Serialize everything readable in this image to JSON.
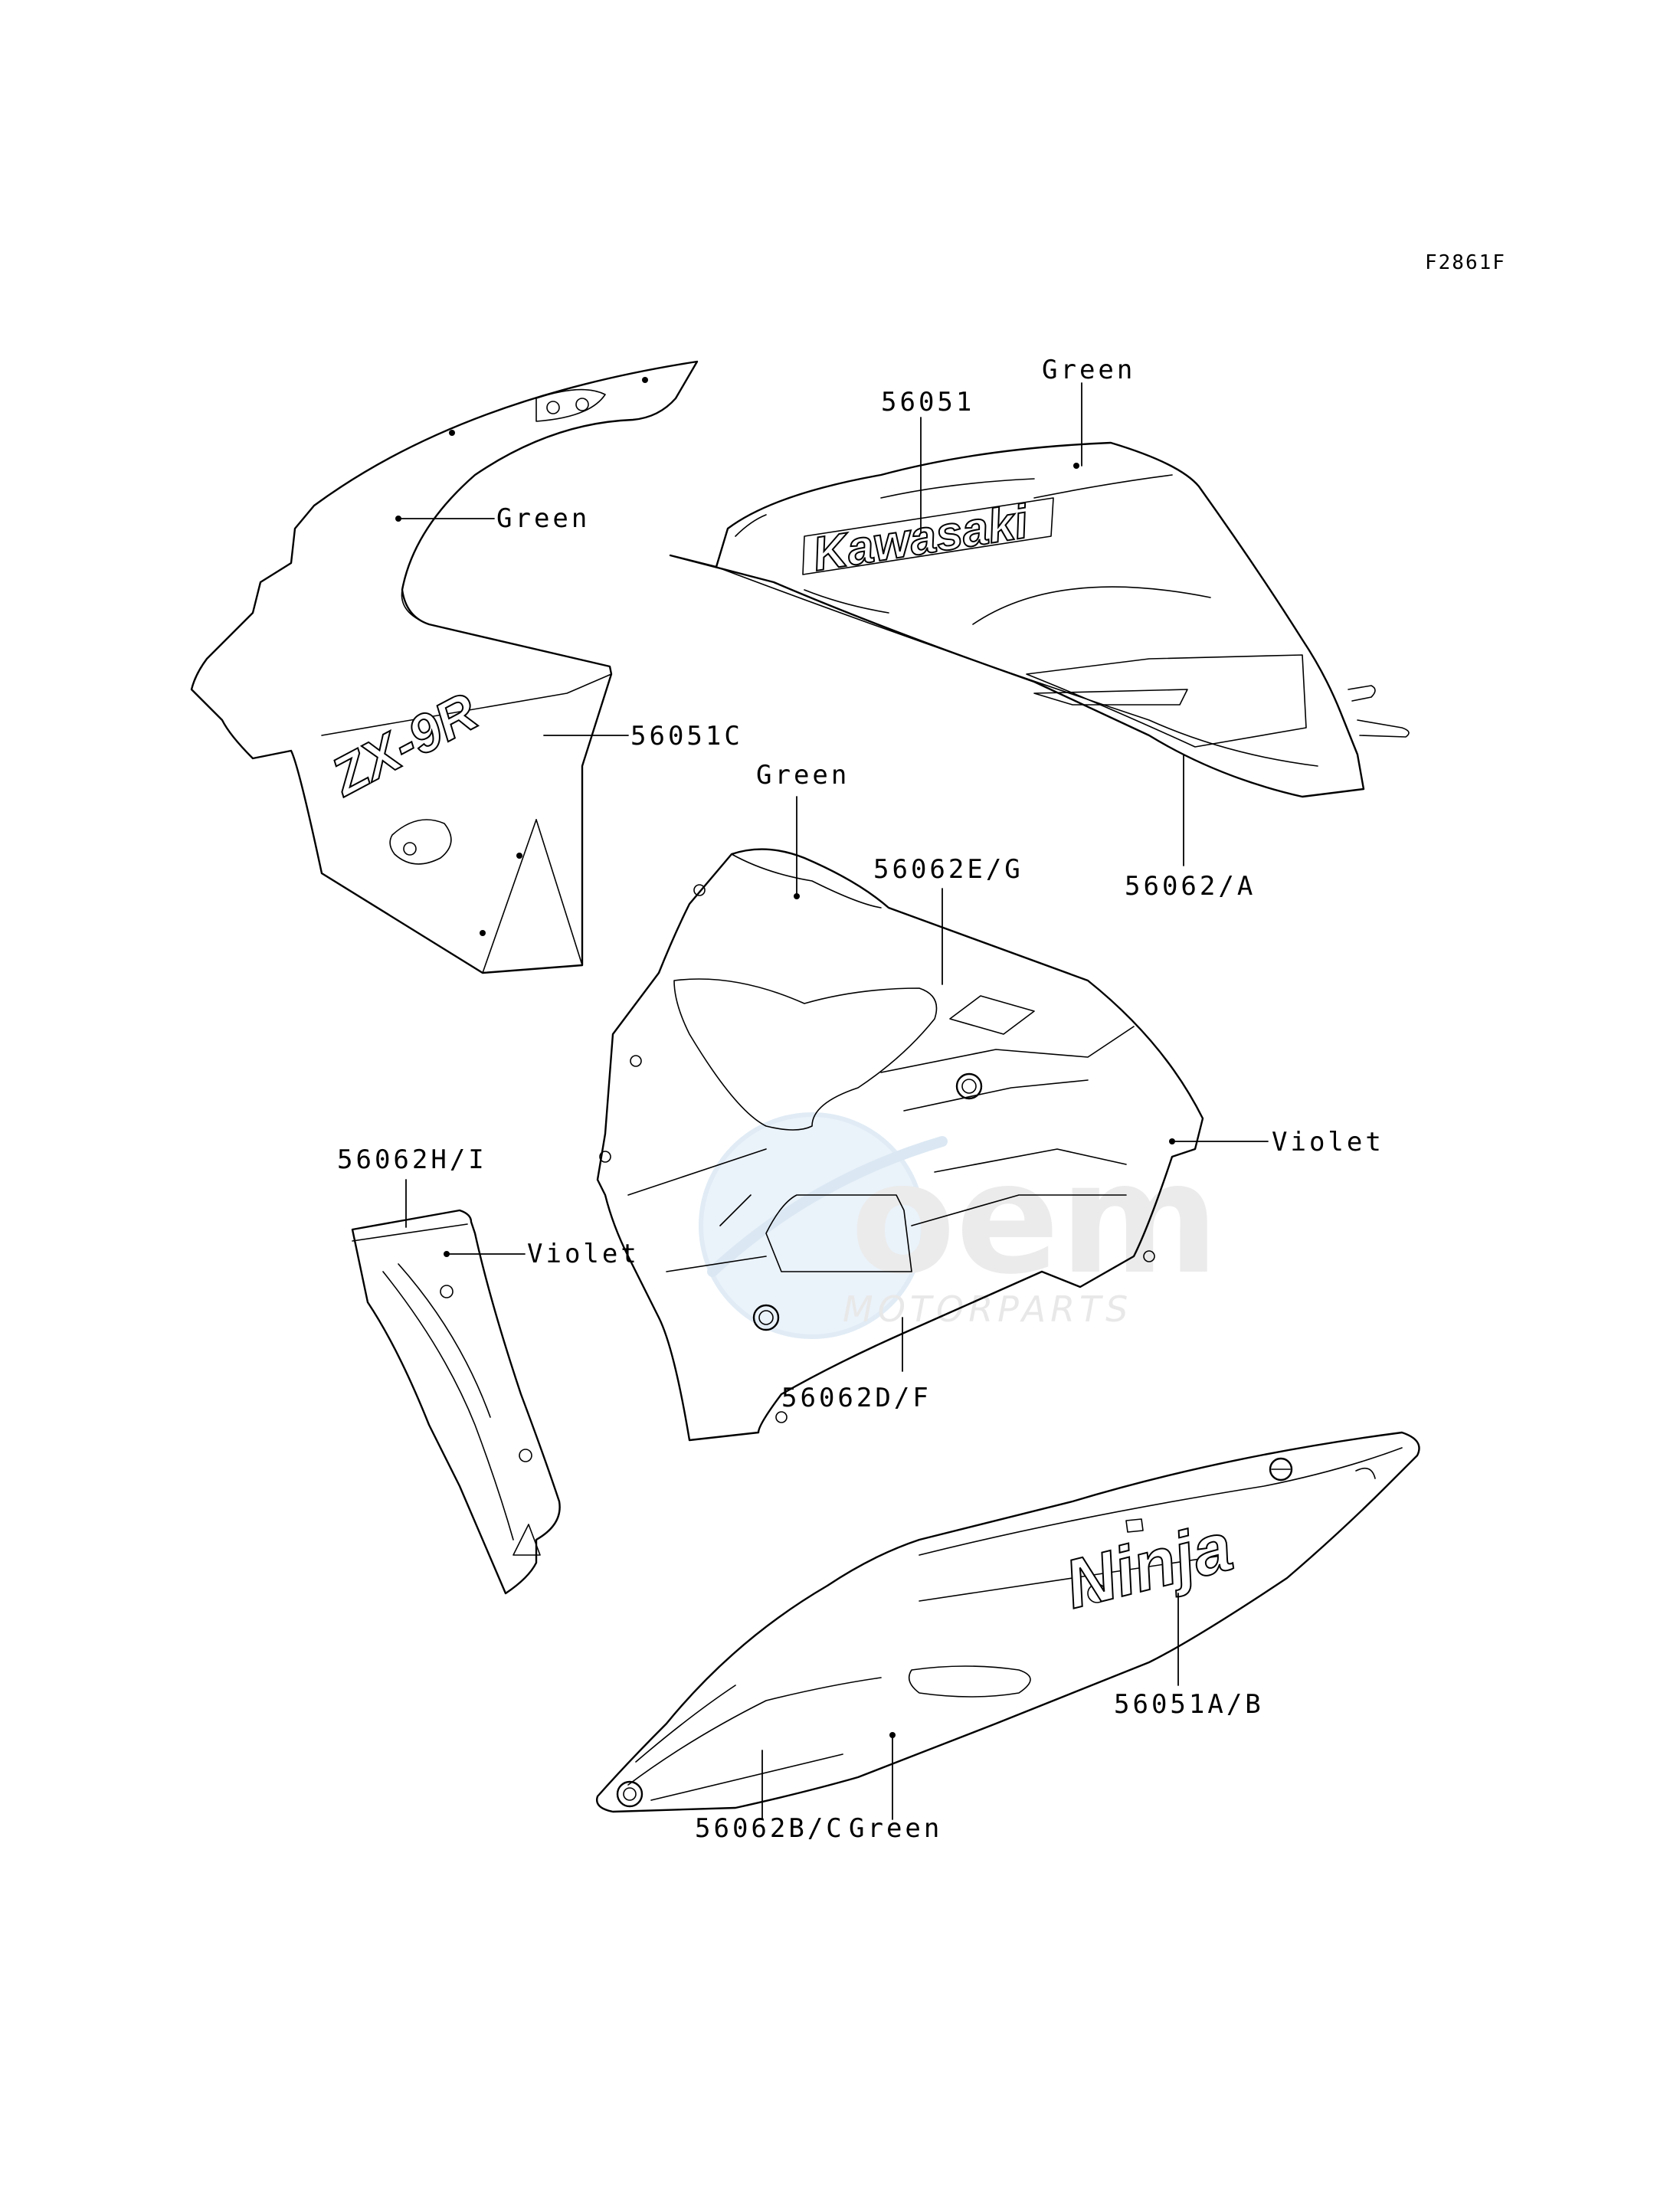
{
  "figure_code": "F2861F",
  "labels": {
    "tank_part": "56051",
    "tank_color": "Green",
    "tank_stripe": "56062/A",
    "upper_cowl_color": "Green",
    "upper_cowl_part": "56051C",
    "side_fairing_color": "Green",
    "side_fairing_stripe_upper": "56062E/G",
    "side_fairing_color_2": "Violet",
    "side_fairing_stripe_lower": "56062D/F",
    "inner_panel_part": "56062H/I",
    "inner_panel_color": "Violet",
    "seat_cowl_part": "56051A/B",
    "seat_cowl_stripe": "56062B/C",
    "seat_cowl_color": "Green"
  },
  "decals": {
    "kawasaki_logo": "Kawasaki",
    "zx9r_logo": "ZX-9R",
    "ninja_logo": "Ninja"
  },
  "watermark": {
    "name": "oem",
    "subtitle": "MOTORPARTS",
    "color": "#3a8fd0"
  }
}
